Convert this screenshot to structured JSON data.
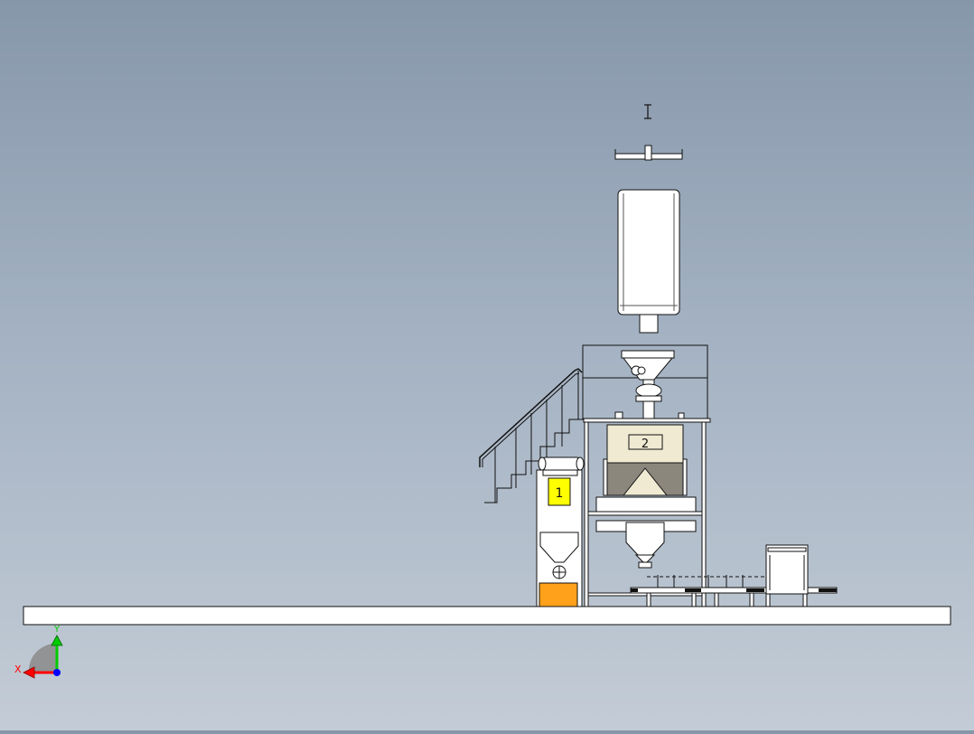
{
  "viewport": {
    "background_top": "#8797aa",
    "background_bottom": "#c3ccd6"
  },
  "model": {
    "labels": {
      "station_1": "1",
      "station_2": "2"
    },
    "colors": {
      "yellow_label": "#ffff00",
      "orange_base": "#ffa11a",
      "cream_body": "#f0ead2",
      "dark_bin": "#8c877d",
      "metal": "#ffffff",
      "outline": "#1a1a1a"
    }
  },
  "triad": {
    "x_label": "X",
    "y_label": "Y",
    "colors": {
      "x": "#ff0000",
      "y": "#00cc00",
      "z": "#0000ff"
    }
  }
}
